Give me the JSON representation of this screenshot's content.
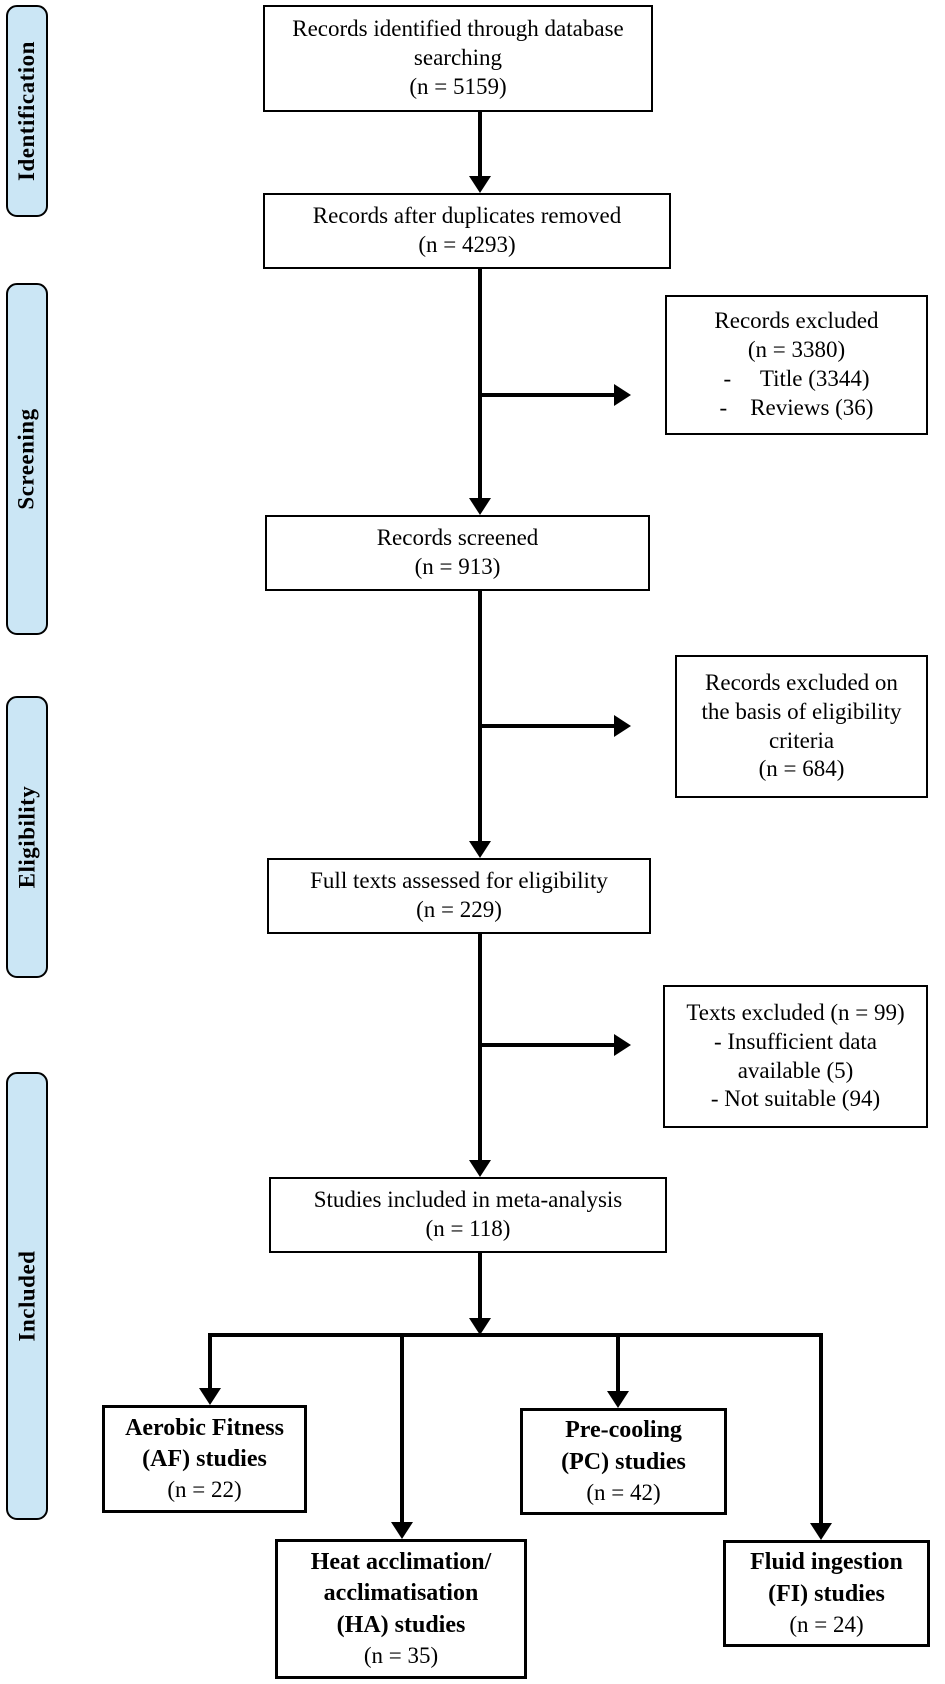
{
  "figure": {
    "type": "prisma-flow-diagram",
    "background": "#ffffff",
    "line_color": "#000000",
    "stage_fill": "#cbe6f5"
  },
  "sidebar": {
    "stages": [
      {
        "label": "Identification"
      },
      {
        "label": "Screening"
      },
      {
        "label": "Eligibility"
      },
      {
        "label": "Included"
      }
    ]
  },
  "flow": {
    "identified": {
      "lines": [
        "Records identified through database",
        "searching",
        "(n = 5159)"
      ]
    },
    "duplicates_removed": {
      "lines": [
        "Records after duplicates removed",
        "(n = 4293)"
      ]
    },
    "screened": {
      "lines": [
        "Records screened",
        "(n = 913)"
      ]
    },
    "full_texts": {
      "lines": [
        "Full texts assessed for eligibility",
        "(n = 229)"
      ]
    },
    "included_meta": {
      "lines": [
        "Studies included in meta-analysis",
        "(n = 118)"
      ]
    }
  },
  "exclusions": {
    "records_excluded": {
      "lines": [
        "Records excluded",
        "(n = 3380)",
        "-     Title (3344)",
        "-    Reviews (36)"
      ]
    },
    "eligibility_excluded": {
      "lines": [
        "Records excluded on",
        "the basis of eligibility",
        "criteria",
        "(n = 684)"
      ]
    },
    "texts_excluded": {
      "lines": [
        "Texts excluded (n = 99)",
        "- Insufficient data",
        "available (5)",
        "- Not suitable (94)"
      ]
    }
  },
  "categories": {
    "af": {
      "bold_lines": [
        "Aerobic Fitness",
        "(AF) studies"
      ],
      "count_line": "(n = 22)"
    },
    "ha": {
      "bold_lines": [
        "Heat acclimation/",
        "acclimatisation",
        "(HA) studies"
      ],
      "count_line": "(n = 35)"
    },
    "pc": {
      "bold_lines": [
        "Pre-cooling",
        "(PC) studies"
      ],
      "count_line": "(n = 42)"
    },
    "fi": {
      "bold_lines": [
        "Fluid ingestion",
        "(FI) studies"
      ],
      "count_line": "(n = 24)"
    }
  }
}
